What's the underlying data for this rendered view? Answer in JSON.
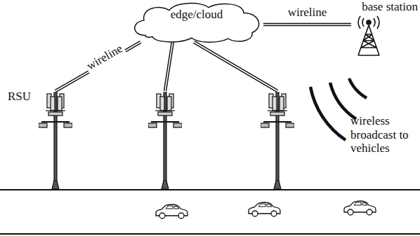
{
  "diagram": {
    "nodes": [
      {
        "text": [
          "edge/cloud"
        ]
      },
      {
        "text": [
          "base station"
        ]
      },
      {
        "text": [
          "RSU"
        ]
      },
      {
        "text": []
      },
      {
        "text": []
      }
    ],
    "edges": [
      {
        "from": 0,
        "to": 1,
        "arrow": "none",
        "label": "wireline"
      },
      {
        "from": 0,
        "to": 2,
        "arrow": "none",
        "label": "wireline"
      },
      {
        "from": 0,
        "to": 3,
        "arrow": "none"
      },
      {
        "from": 0,
        "to": 4,
        "arrow": "none"
      }
    ],
    "labels": [
      "wireless broadcast to vehicles"
    ]
  }
}
